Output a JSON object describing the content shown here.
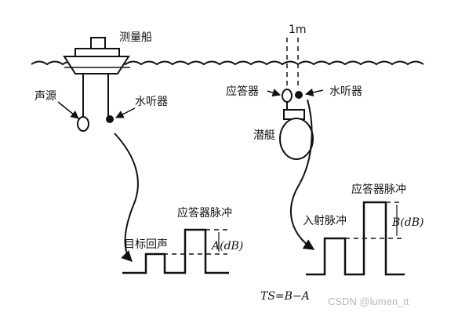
{
  "labels": {
    "ship": "测量船",
    "source": "声源",
    "hydrophone_left": "水听器",
    "hydrophone_right": "水听器",
    "transponder": "应答器",
    "submarine": "潜艇",
    "distance": "1m",
    "target_echo": "目标回声",
    "transponder_pulse_left": "应答器脉冲",
    "transponder_pulse_right": "应答器脉冲",
    "incident_pulse": "入射脉冲",
    "level_a": "A(dB)",
    "level_b": "B(dB)",
    "formula": "TS=B−A"
  },
  "watermark": "CSDN @lumen_tt",
  "colors": {
    "ink": "#111111",
    "background": "#ffffff",
    "watermark": "#b8b8b8"
  }
}
